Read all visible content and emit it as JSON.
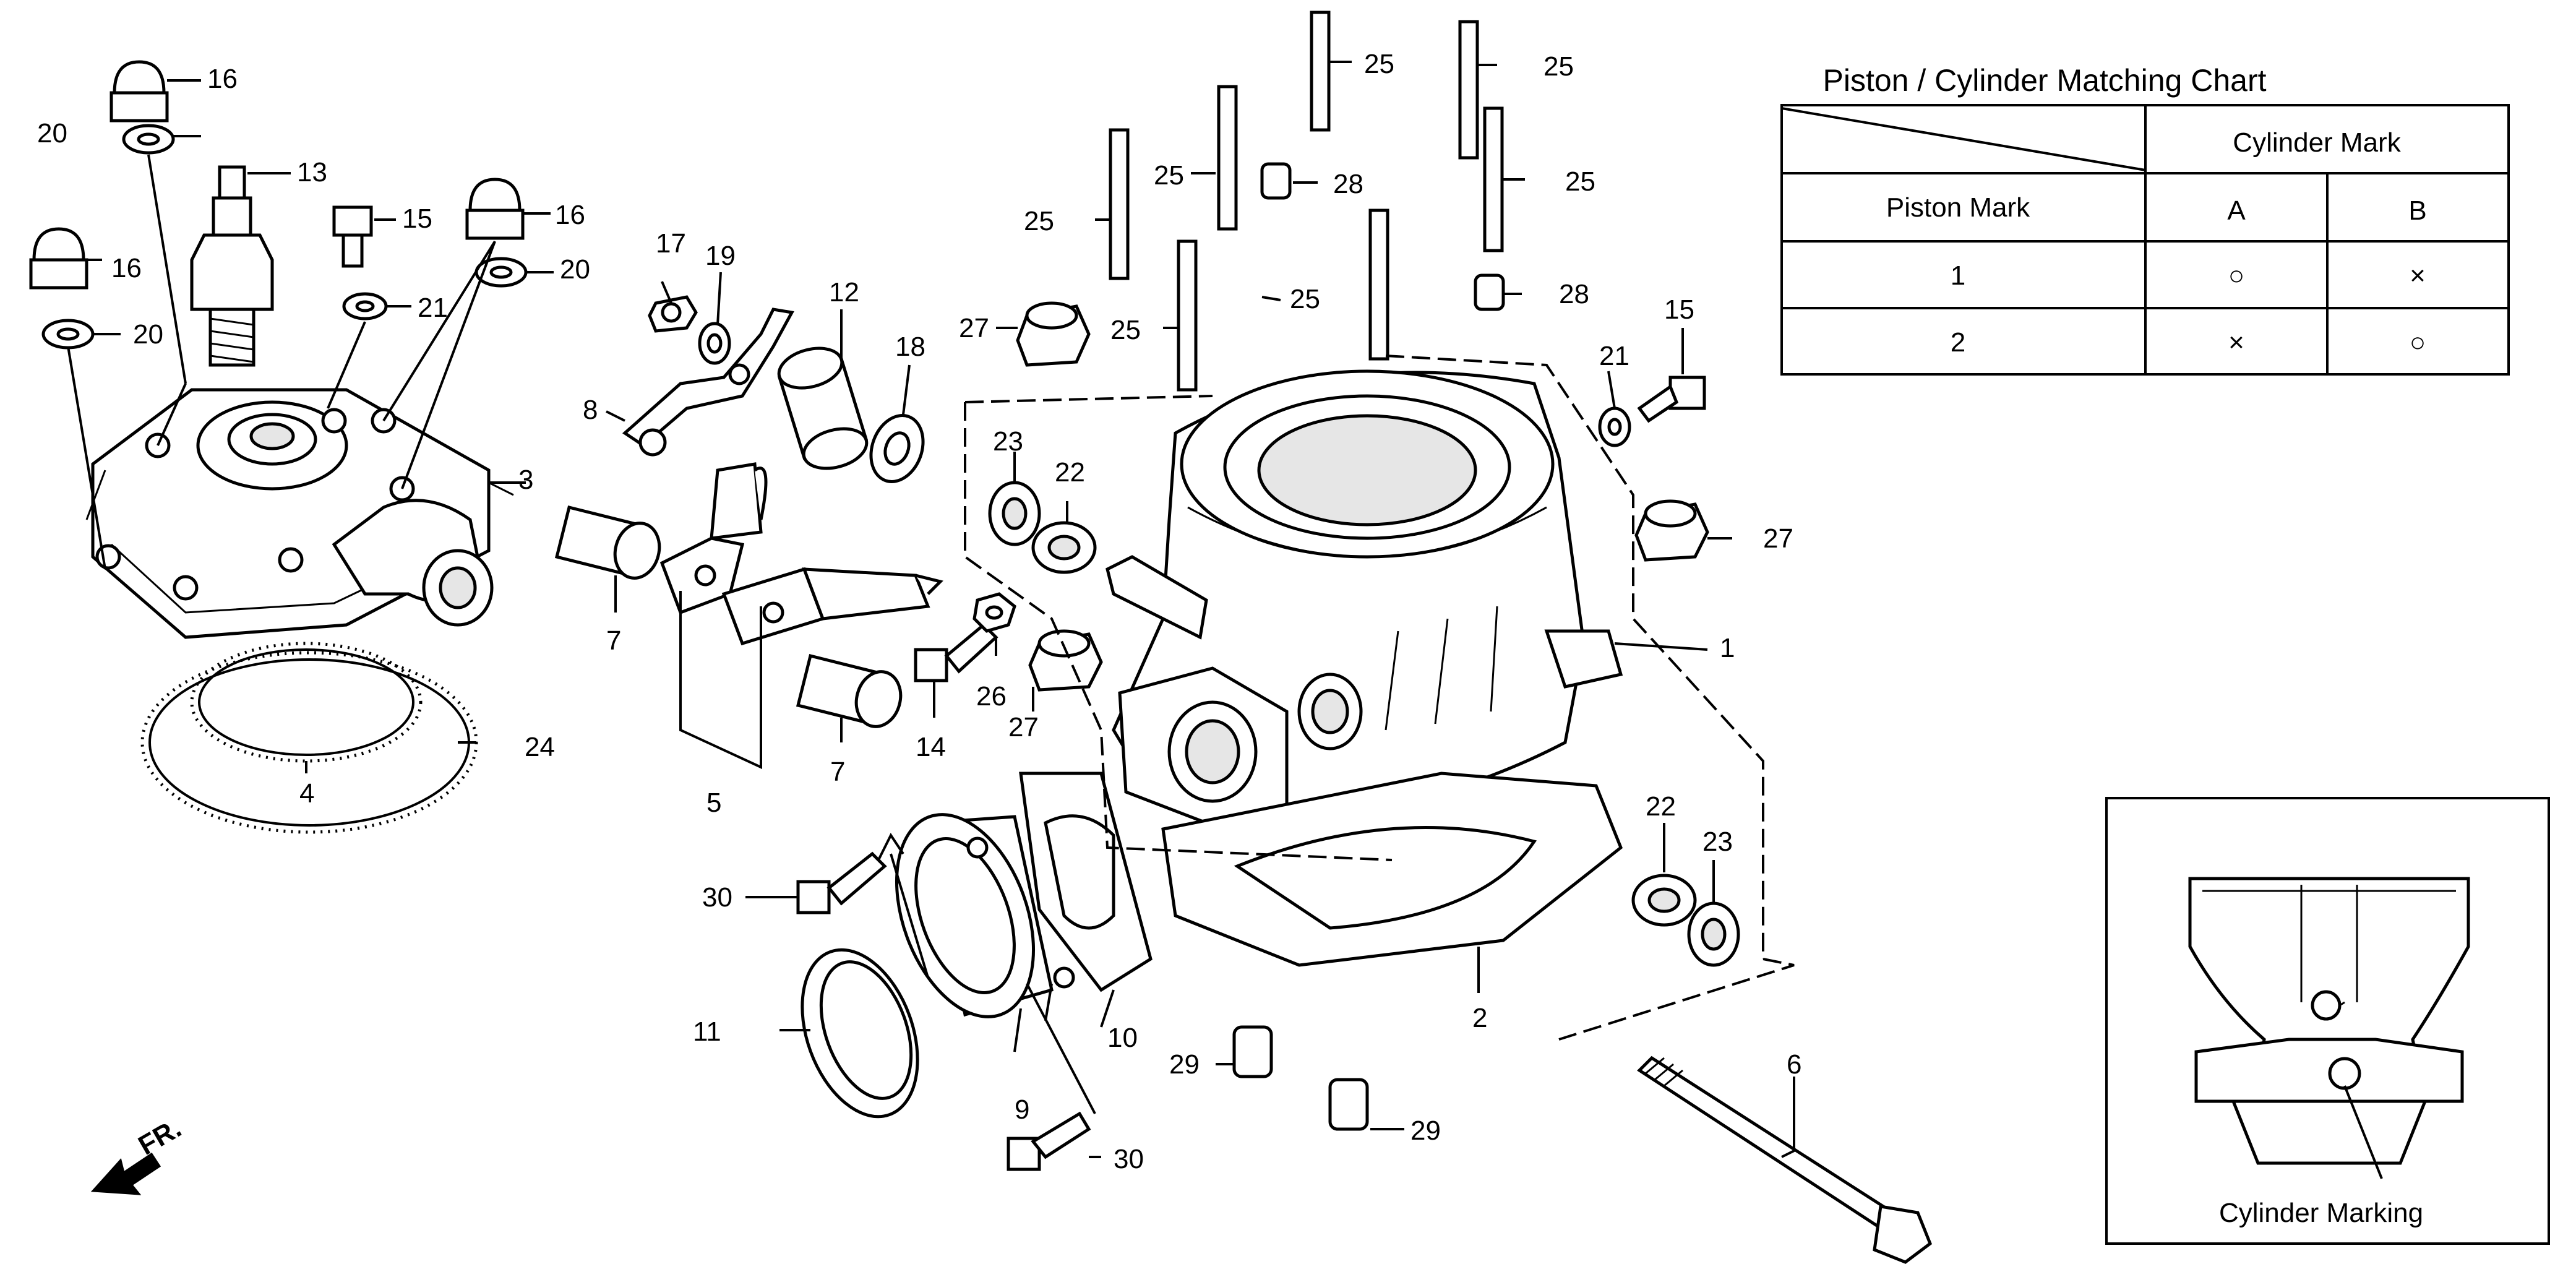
{
  "direction_label": "FR.",
  "chart_title": "Piston / Cylinder Matching Chart",
  "chart": {
    "cylinder_mark_header": "Cylinder Mark",
    "piston_mark_header": "Piston Mark",
    "col_a": "A",
    "col_b": "B",
    "rows": [
      {
        "piston": "1",
        "a": "○",
        "b": "×"
      },
      {
        "piston": "2",
        "a": "×",
        "b": "○"
      }
    ]
  },
  "inset_caption": "Cylinder Marking",
  "callouts": {
    "c1": "1",
    "c2": "2",
    "c3": "3",
    "c4": "4",
    "c5": "5",
    "c6": "6",
    "c7a": "7",
    "c7b": "7",
    "c8": "8",
    "c9": "9",
    "c10": "10",
    "c11": "11",
    "c12": "12",
    "c13": "13",
    "c14": "14",
    "c15a": "15",
    "c15b": "15",
    "c16a": "16",
    "c16b": "16",
    "c16c": "16",
    "c17": "17",
    "c18": "18",
    "c19": "19",
    "c20a": "20",
    "c20b": "20",
    "c20c": "20",
    "c21a": "21",
    "c21b": "21",
    "c22a": "22",
    "c22b": "22",
    "c23a": "23",
    "c23b": "23",
    "c24": "24",
    "c25a": "25",
    "c25b": "25",
    "c25c": "25",
    "c25d": "25",
    "c25e": "25",
    "c25f": "25",
    "c25g": "25",
    "c26": "26",
    "c27a": "27",
    "c27b": "27",
    "c27c": "27",
    "c28a": "28",
    "c28b": "28",
    "c29a": "29",
    "c29b": "29",
    "c30a": "30",
    "c30b": "30"
  }
}
